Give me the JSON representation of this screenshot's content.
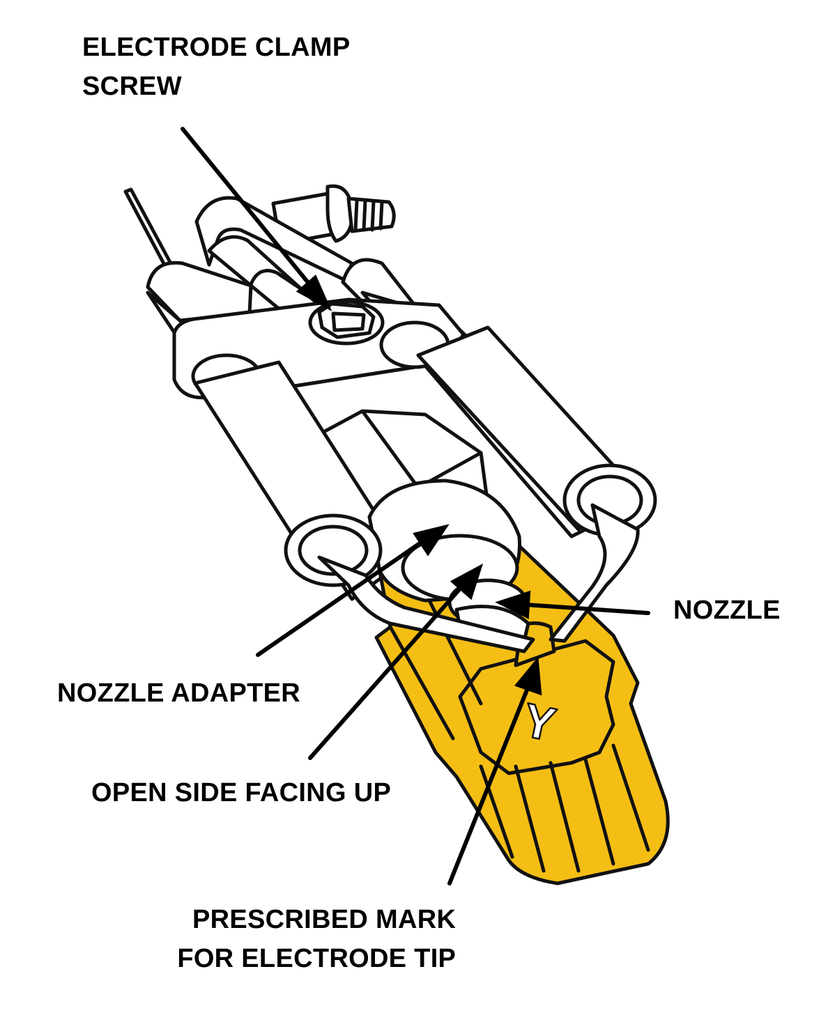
{
  "labels": {
    "electrode_clamp_screw": [
      "ELECTRODE CLAMP",
      "SCREW"
    ],
    "nozzle": "NOZZLE",
    "nozzle_adapter": "NOZZLE ADAPTER",
    "open_side_facing_up": "OPEN SIDE FACING UP",
    "prescribed_mark": [
      "PRESCRIBED MARK",
      "FOR ELECTRODE TIP"
    ],
    "gauge_letter": "Y"
  },
  "colors": {
    "gauge_fill": "#f5be14",
    "outline": "#111111",
    "background": "#ffffff"
  }
}
